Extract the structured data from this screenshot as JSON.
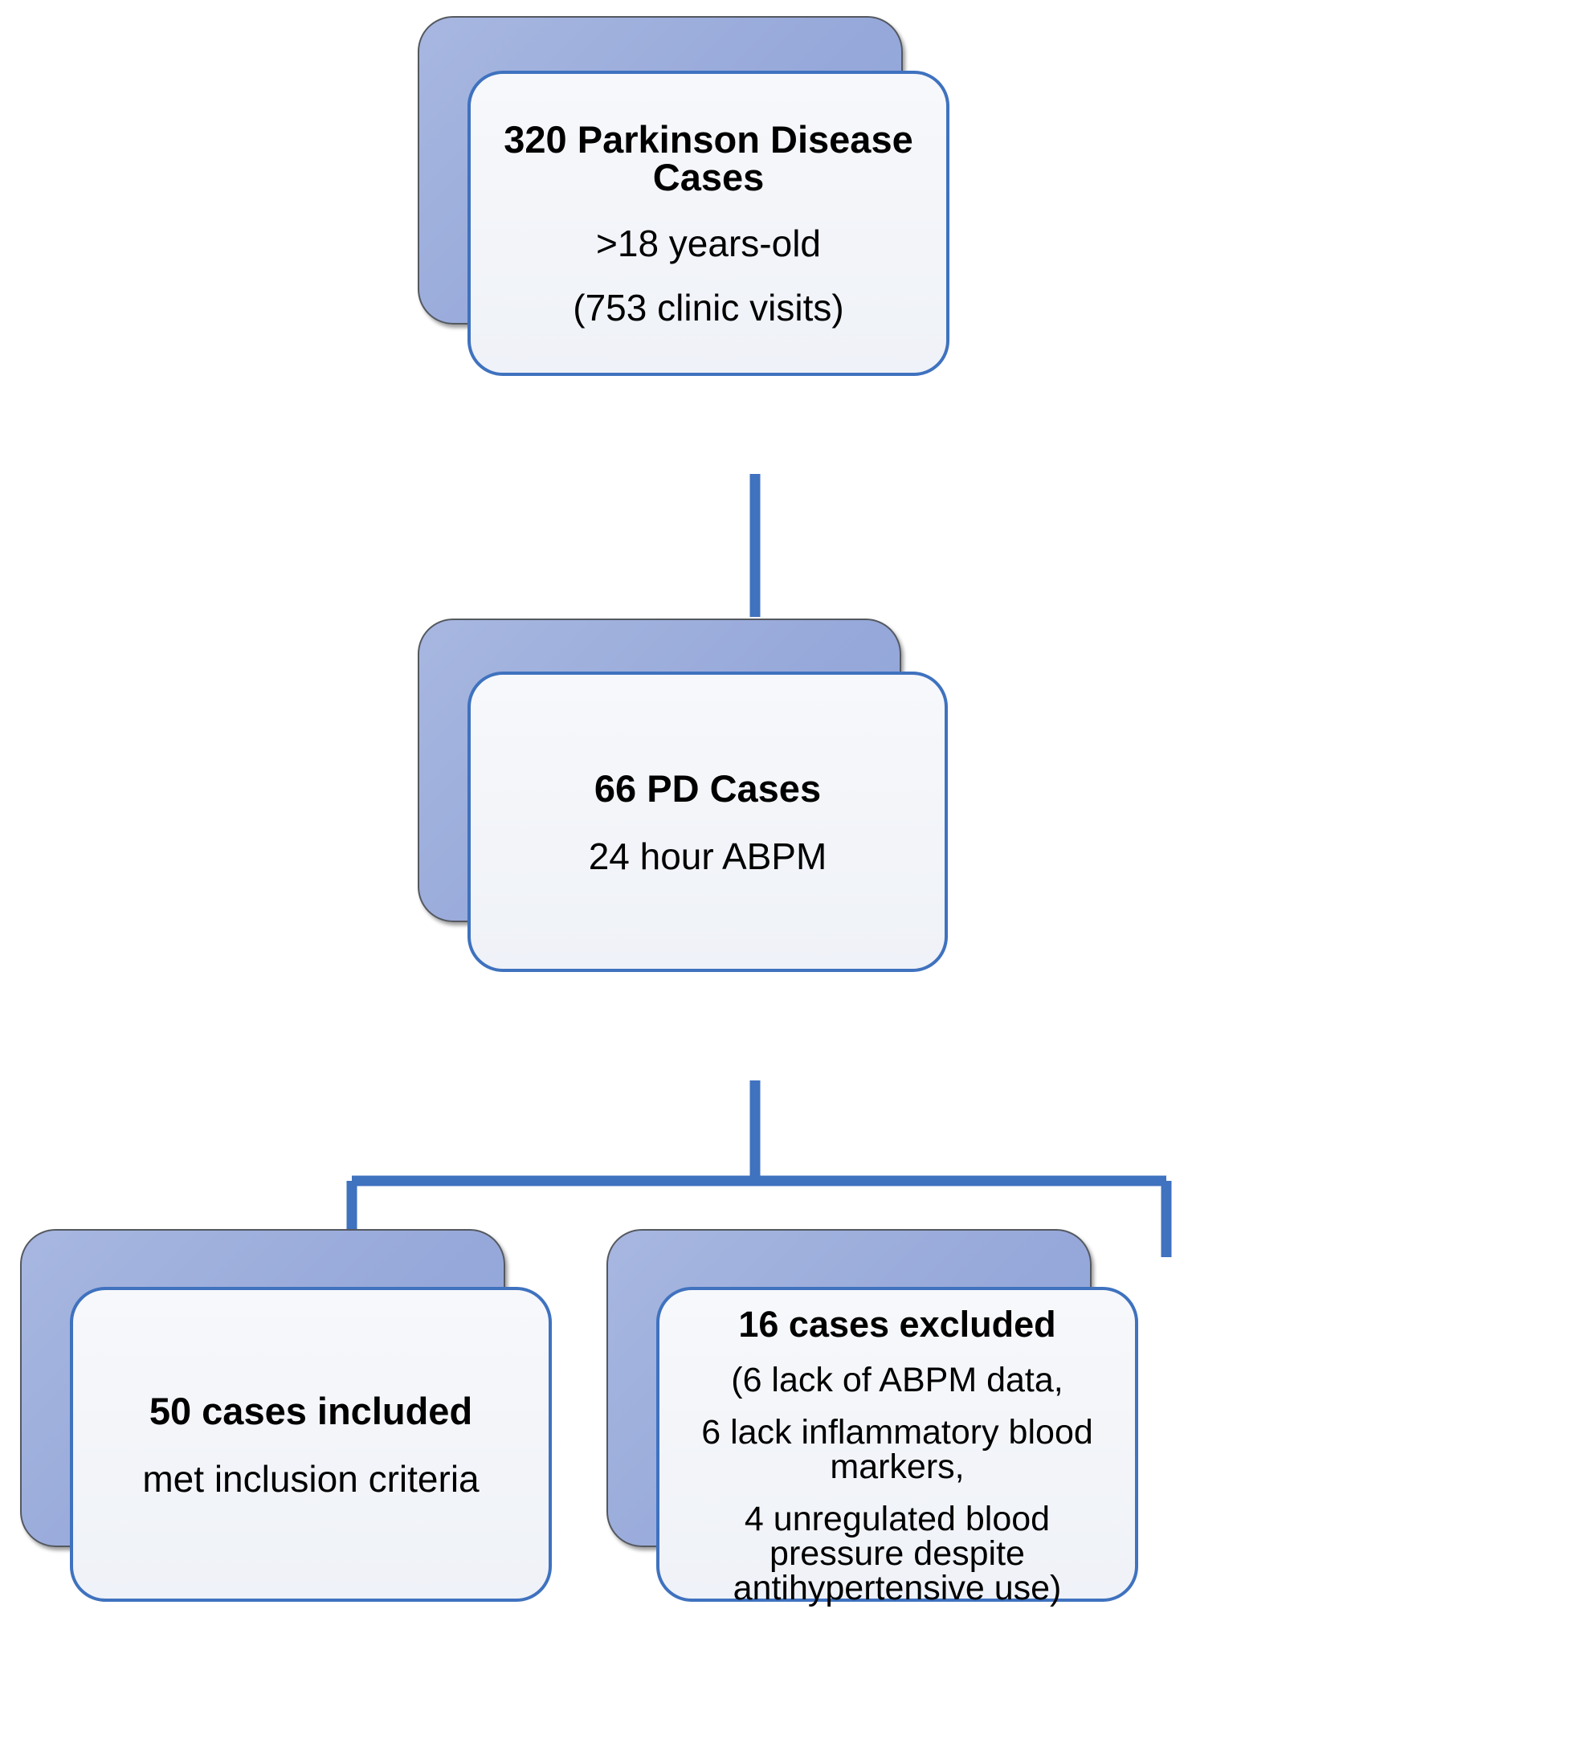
{
  "diagram": {
    "type": "flowchart",
    "title": "Study participant selection flow",
    "colors": {
      "box_back_fill": "#97a9da",
      "box_front_fill": "#f4f6fa",
      "box_front_border": "#3f72bf",
      "connector": "#3f72bf",
      "text": "#000000"
    },
    "nodes": [
      {
        "id": "top",
        "name": "parkinson-disease-cases-box",
        "lines": [
          {
            "text": "320 Parkinson Disease Cases",
            "bold": true
          },
          {
            "text": ">18 years-old",
            "bold": false
          },
          {
            "text": "(753 clinic visits)",
            "bold": false
          }
        ]
      },
      {
        "id": "mid",
        "name": "pd-cases-abpm-box",
        "lines": [
          {
            "text": "66 PD Cases",
            "bold": true
          },
          {
            "text": "24 hour ABPM",
            "bold": false
          }
        ]
      },
      {
        "id": "included",
        "name": "cases-included-box",
        "lines": [
          {
            "text": "50 cases included",
            "bold": true
          },
          {
            "text": "met inclusion criteria",
            "bold": false
          }
        ]
      },
      {
        "id": "excluded",
        "name": "cases-excluded-box",
        "lines": [
          {
            "text": "16 cases excluded",
            "bold": true
          },
          {
            "text": "(6  lack of ABPM data,",
            "bold": false
          },
          {
            "text": "6  lack inflammatory blood markers,",
            "bold": false
          },
          {
            "text": "4  unregulated blood pressure despite antihypertensive use)",
            "bold": false
          }
        ]
      }
    ],
    "edges": [
      {
        "name": "edge-top-to-mid",
        "from": "top",
        "to": "mid"
      },
      {
        "name": "edge-mid-to-included",
        "from": "mid",
        "to": "included"
      },
      {
        "name": "edge-mid-to-excluded",
        "from": "mid",
        "to": "excluded"
      }
    ]
  }
}
